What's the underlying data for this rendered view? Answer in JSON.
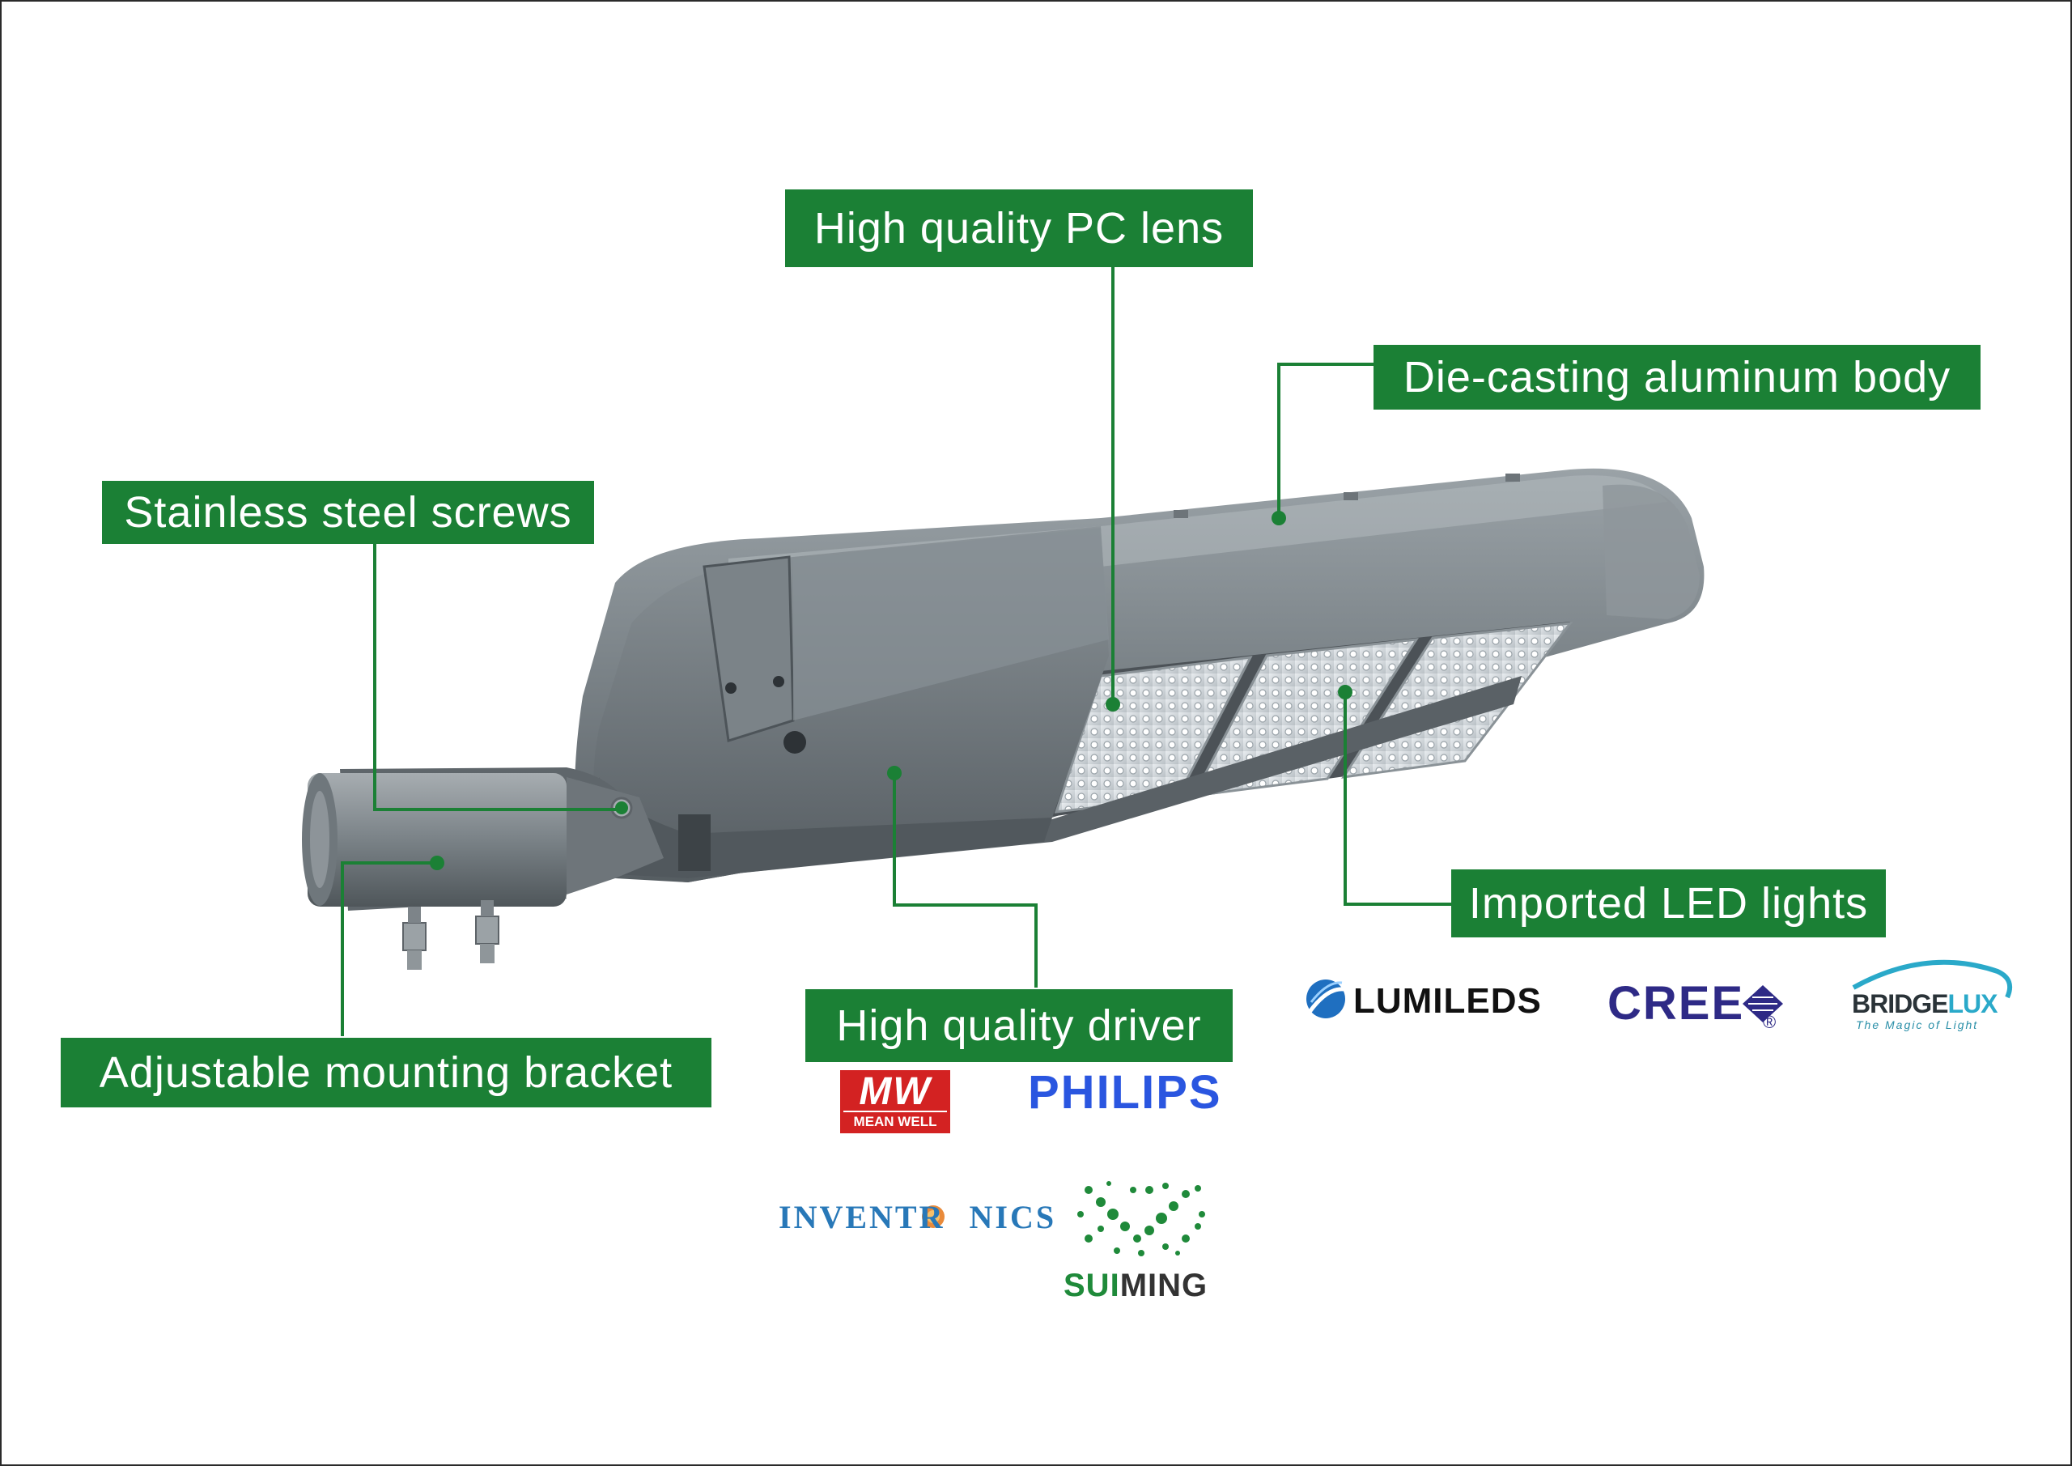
{
  "callouts": {
    "pc_lens": "High quality PC lens",
    "aluminum_body": "Die-casting aluminum body",
    "screws": "Stainless steel screws",
    "led_lights": "Imported LED lights",
    "driver": "High quality  driver",
    "bracket": "Adjustable mounting bracket"
  },
  "brands": {
    "meanwell_mark": "MW",
    "meanwell_text": "MEAN WELL",
    "philips": "PHILIPS",
    "lumileds": "LUMILEDS",
    "cree": "CREE",
    "cree_reg": "®",
    "bridgelux_a": "BRIDGE",
    "bridgelux_b": "LUX",
    "bridgelux_tag": "The Magic of Light",
    "inventronics_a": "INVENTR",
    "inventronics_b": "NICS",
    "suiming_a": "SUI",
    "suiming_b": "MING"
  },
  "colors": {
    "callout_green": "#1b8035",
    "body_grey": "#7f878c",
    "philips_blue": "#2a56e0",
    "meanwell_red": "#d32222",
    "cree_blue": "#2e2a86",
    "suiming_green": "#1f8a3a"
  }
}
